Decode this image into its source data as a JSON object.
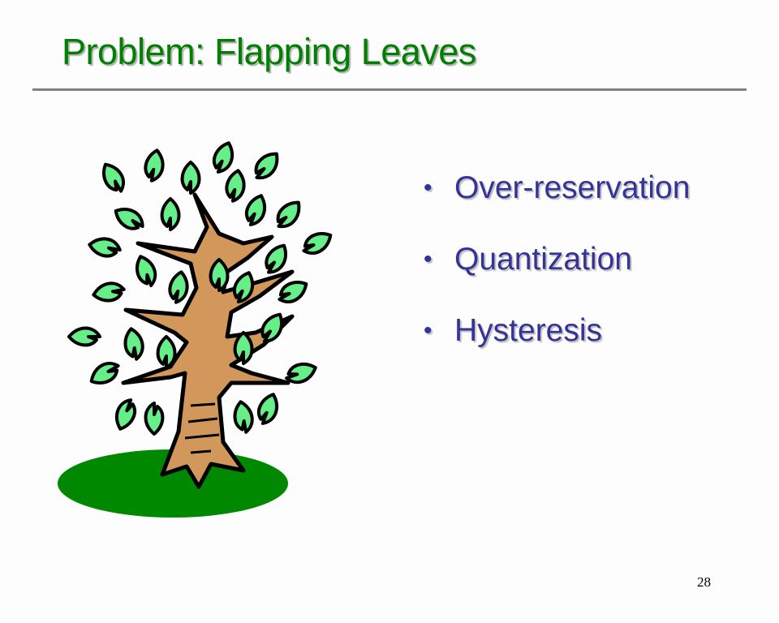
{
  "slide": {
    "title": "Problem: Flapping Leaves",
    "bullets": [
      "Over-reservation",
      "Quantization",
      "Hysteresis"
    ],
    "bullet_symbol": "•",
    "page_number": "28"
  },
  "colors": {
    "title": "#008000",
    "bullets": "#333399",
    "rule": "#808080",
    "trunk": "#d2975a",
    "leaf": "#66ee88",
    "ground": "#008800"
  }
}
